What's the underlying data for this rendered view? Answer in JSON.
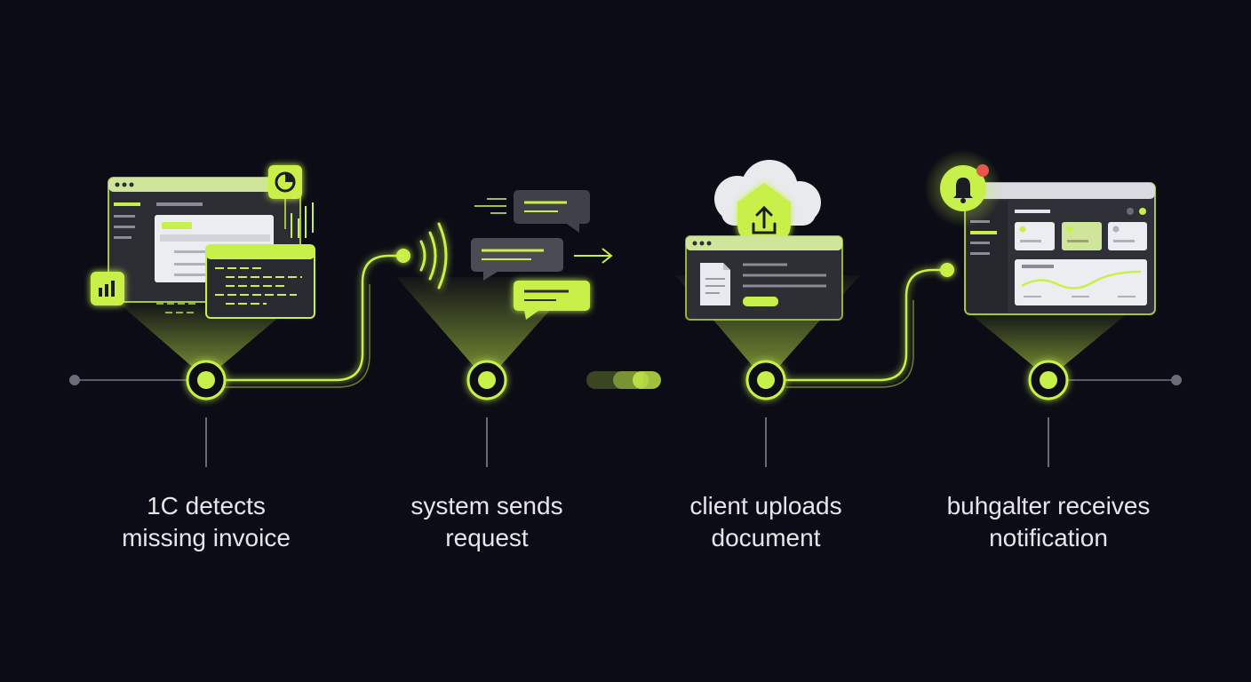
{
  "colors": {
    "background": "#0b0c15",
    "accent": "#c8f04a",
    "panel": "#3a3b42",
    "panel_dark": "#26272d",
    "track": "#5a5b66",
    "text": "#e6e6ea",
    "alert": "#e4574b"
  },
  "steps": [
    {
      "line1": "1C detects",
      "line2": "missing invoice",
      "icon": "dashboard-window-icon"
    },
    {
      "line1": "system sends",
      "line2": "request",
      "icon": "chat-bubbles-icon"
    },
    {
      "line1": "client uploads",
      "line2": "document",
      "icon": "cloud-upload-icon"
    },
    {
      "line1": "buhgalter receives",
      "line2": "notification",
      "icon": "bell-dashboard-icon"
    }
  ]
}
